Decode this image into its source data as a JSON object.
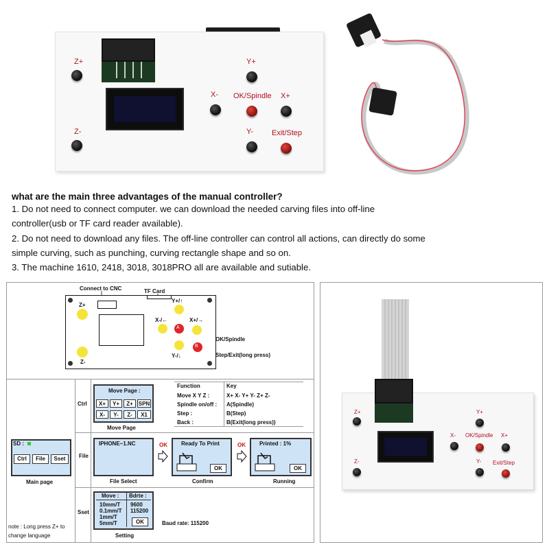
{
  "board": {
    "labels": {
      "z_plus": "Z+",
      "z_minus": "Z-",
      "y_plus": "Y+",
      "y_minus": "Y-",
      "x_minus": "X-",
      "x_plus": "X+",
      "ok_spindle": "OK/Spindle",
      "exit_step": "Exit/Step"
    }
  },
  "text": {
    "heading": "what are the main three advantages of the manual controller?",
    "line1": "1. Do not need to connect computer. we can download the needed carving files into off-line",
    "line2": "controller(usb or TF card reader available).",
    "line3": "2. Do not need to download any files. The off-line controller can control all actions, can directly do some",
    "line4": "simple curving, such as punching, curving rectangle shape and so on.",
    "line5": "3. The machine 1610, 2418, 3018, 3018PRO all are available and sutiable."
  },
  "diagram": {
    "connect_to_cnc": "Connect to CNC",
    "tf_card": "TF Card",
    "z_plus": "Z+",
    "z_minus": "Z-",
    "y_plus": "Y+/↑",
    "y_minus": "Y-/↓",
    "x_minus": "X-/←",
    "x_plus": "X+/→",
    "a": "A",
    "b": "B",
    "ok_spindle": "OK/Spindle",
    "step_exit": "Step/Exit(long press)"
  },
  "menu": {
    "main_page": {
      "screen_label": "SD :",
      "buttons": [
        "Ctrl",
        "File",
        "Sset"
      ],
      "caption": "Main page"
    },
    "note": "note : Long press Z+ to change language",
    "rows": {
      "ctrl": "Ctrl",
      "file": "File",
      "sset": "Sset"
    },
    "move_page": {
      "title": "Move Page :",
      "row1": [
        "X+",
        "Y+",
        "Z+",
        "SPN"
      ],
      "row2": [
        "X-",
        "Y-",
        "Z-",
        "X1"
      ],
      "caption": "Move Page"
    },
    "function_table": {
      "headers": [
        "Function",
        "Key"
      ],
      "rows": [
        [
          "Move X Y Z :",
          "X+  X-  Y+  Y-  Z+  Z-"
        ],
        [
          "Spindle on/off :",
          "A(Spindle)"
        ],
        [
          "Step :",
          "B(Step)"
        ],
        [
          "Back :",
          "B(Exit(long press))"
        ]
      ]
    },
    "file_select": {
      "item": "IPHONE~1.NC",
      "caption": "File Select"
    },
    "ok1": "OK",
    "ok2": "OK",
    "confirm": {
      "title": "Ready To Print",
      "ok": "OK",
      "caption": "Confirm"
    },
    "running": {
      "title": "Printed : 1%",
      "ok": "OK",
      "caption": "Running"
    },
    "setting": {
      "col1_title": "Move :",
      "col2_title": "Bdrte :",
      "col1": [
        "10mm/T",
        "0.1mm/T",
        "1mm/T",
        "5mm/T"
      ],
      "col2": [
        "9600",
        "115200"
      ],
      "ok": "OK",
      "caption": "Setting",
      "baud": "Baud rate: 115200"
    }
  },
  "photo2": {
    "labels": {
      "z_plus": "Z+",
      "z_minus": "Z-",
      "y_plus": "Y+",
      "y_minus": "Y-",
      "x_minus": "X-",
      "x_plus": "X+",
      "ok_spindle": "OK/Spindle",
      "exit_step": "Exit/Step"
    }
  },
  "colors": {
    "button_yellow": "#f4e43a",
    "button_red": "#e0252b",
    "screen_blue": "#cfe3f7",
    "label_red": "#b01020"
  }
}
